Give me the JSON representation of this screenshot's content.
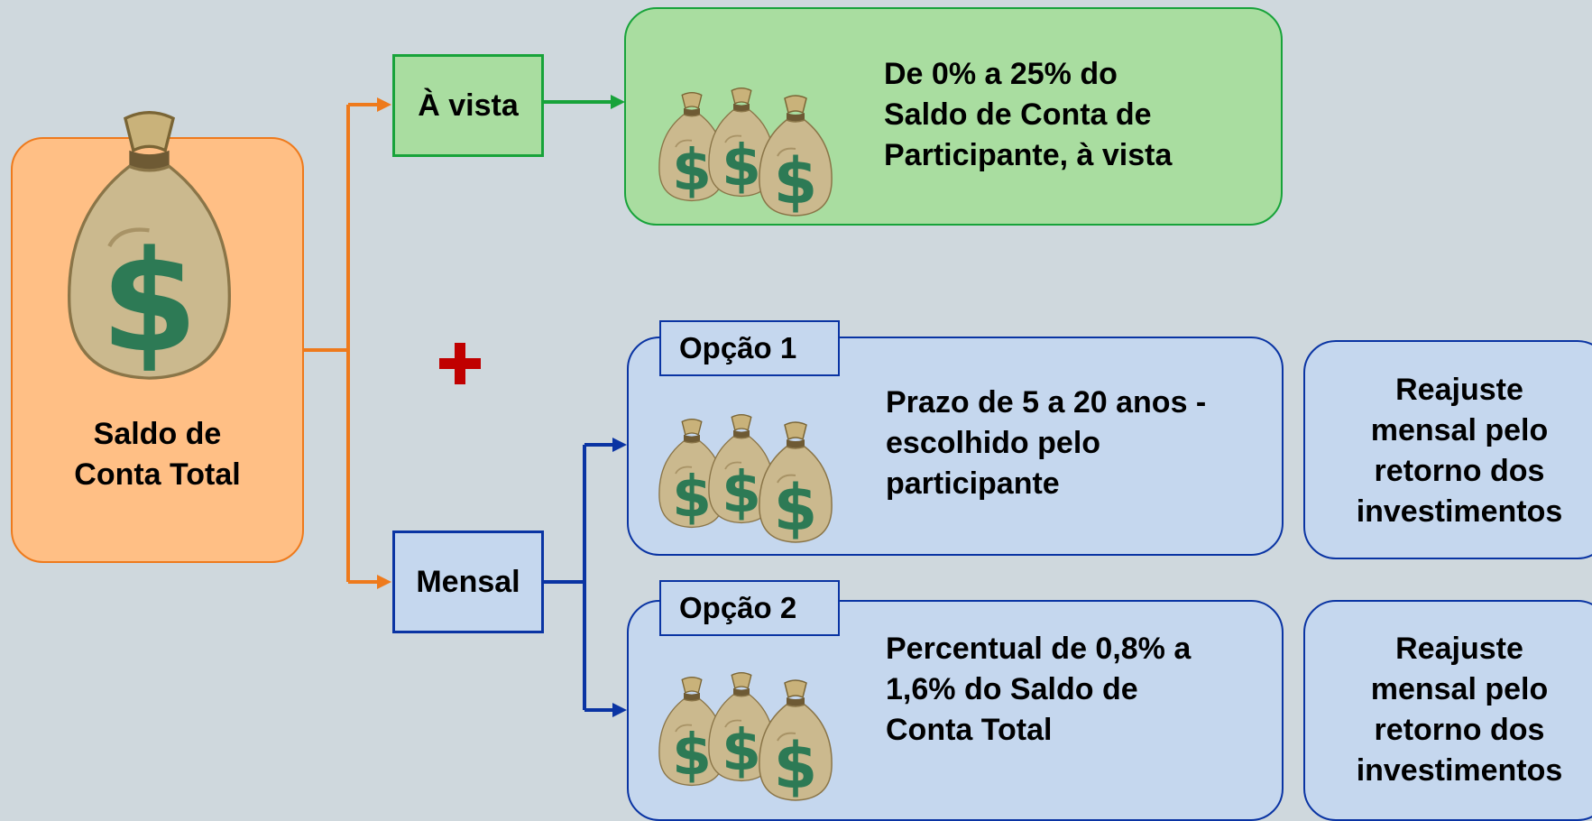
{
  "source": {
    "label_line1": "Saldo de",
    "label_line2": "Conta Total"
  },
  "avista": {
    "label": "À vista",
    "desc_line1": "De 0% a 25% do",
    "desc_line2": "Saldo de Conta de",
    "desc_line3": "Participante, à vista"
  },
  "mensal": {
    "label": "Mensal"
  },
  "option1": {
    "tab": "Opção 1",
    "desc_line1": "Prazo de 5 a 20 anos -",
    "desc_line2": "escolhido pelo",
    "desc_line3": "participante",
    "side_line1": "Reajuste",
    "side_line2": "mensal pelo",
    "side_line3": "retorno dos",
    "side_line4": "investimentos"
  },
  "option2": {
    "tab": "Opção 2",
    "desc_line1": "Percentual de 0,8% a",
    "desc_line2": "1,6% do Saldo de",
    "desc_line3": "Conta Total",
    "side_line1": "Reajuste",
    "side_line2": "mensal pelo",
    "side_line3": "retorno dos",
    "side_line4": "investimentos"
  },
  "colors": {
    "background": "#cfd8dd",
    "orange": "#ee7a1c",
    "green": "#18a33a",
    "blue": "#0a34a3",
    "plus": "#c00000"
  },
  "icons": {
    "money_bag": "money-bag-icon",
    "plus": "plus-icon"
  }
}
